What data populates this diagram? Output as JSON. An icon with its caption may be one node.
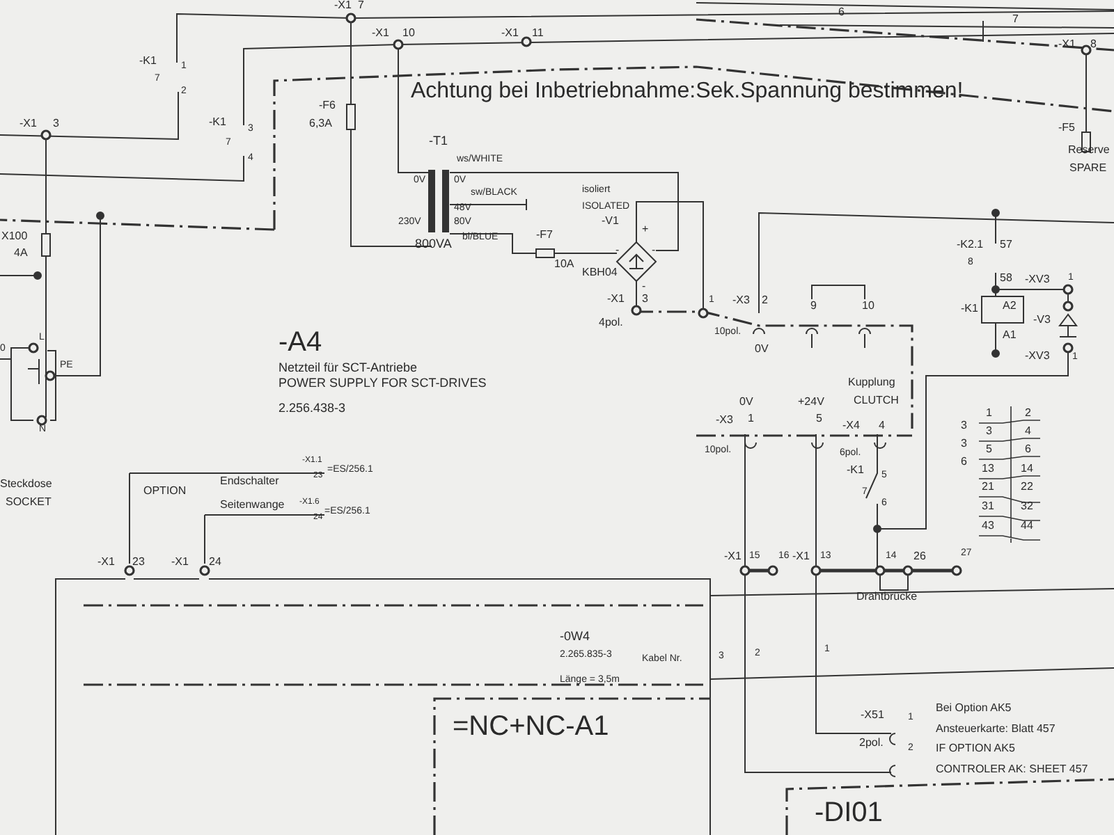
{
  "diagram": {
    "nodes": [
      {
        "text": [
          "-A4",
          "Netzteil für SCT-Antriebe",
          "POWER SUPPLY FOR SCT-DRIVES",
          "2.256.438-3"
        ]
      },
      {
        "text": [
          "=NC+NC-A1"
        ]
      },
      {
        "text": [
          "-DI01"
        ]
      }
    ],
    "labels": [
      "-X1",
      "7",
      "6",
      "7",
      "-X1",
      "10",
      "-X1",
      "11",
      "-X1",
      "8",
      "-K1",
      "1",
      "7",
      "2",
      "Achtung bei Inbetriebnahme:Sek.Spannung bestimmen!",
      "-F6",
      "6,3A",
      "-F5",
      "-K1",
      "3",
      "7",
      "4",
      "-X1",
      "3",
      "Reserve",
      "SPARE",
      "-T1",
      "ws/WHITE",
      "0V",
      "0V",
      "sw/BLACK",
      "isoliert",
      "48V",
      "ISOLATED",
      "230V",
      "80V",
      "-V1",
      "+",
      "-",
      "-",
      "-",
      "X100",
      "4A",
      "800VA",
      "bl/BLUE",
      "-F7",
      "10A",
      "KBH04",
      "-K2.1",
      "57",
      "8",
      "58",
      "-XV3",
      "1",
      "-K1",
      "A2",
      "-V3",
      "-X1",
      "3",
      "4pol.",
      "1",
      "-X3",
      "2",
      "10pol.",
      "0V",
      "9",
      "10",
      "A1",
      "-XV3",
      "1",
      "L",
      "0",
      "PE",
      "N",
      "Kupplung",
      "0V",
      "+24V",
      "CLUTCH",
      "3",
      "1",
      "2",
      "3",
      "3",
      "4",
      "6",
      "5",
      "6",
      "13",
      "14",
      "21",
      "22",
      "31",
      "32",
      "43",
      "44",
      "-X3",
      "1",
      "10pol.",
      "5",
      "-X4",
      "4",
      "6pol.",
      "-K1",
      "5",
      "7",
      "6",
      "Steckdose",
      "SOCKET",
      "-X1.1",
      "23",
      "=ES/256.1",
      "Endschalter",
      "OPTION",
      "Seitenwange",
      "-X1.6",
      "24",
      "=ES/256.1",
      "-X1",
      "23",
      "-X1",
      "24",
      "-X1",
      "15",
      "16",
      "-X1",
      "13",
      "14",
      "26",
      "27",
      "Drahtbrücke",
      "-0W4",
      "2.265.835-3",
      "Kabel Nr.",
      "Länge = 3,5m",
      "3",
      "2",
      "1",
      "-X51",
      "1",
      "2pol.",
      "2",
      "Bei Option AK5",
      "Ansteuerkarte: Blatt 457",
      "IF OPTION AK5",
      "CONTROLER AK: SHEET 457"
    ]
  }
}
